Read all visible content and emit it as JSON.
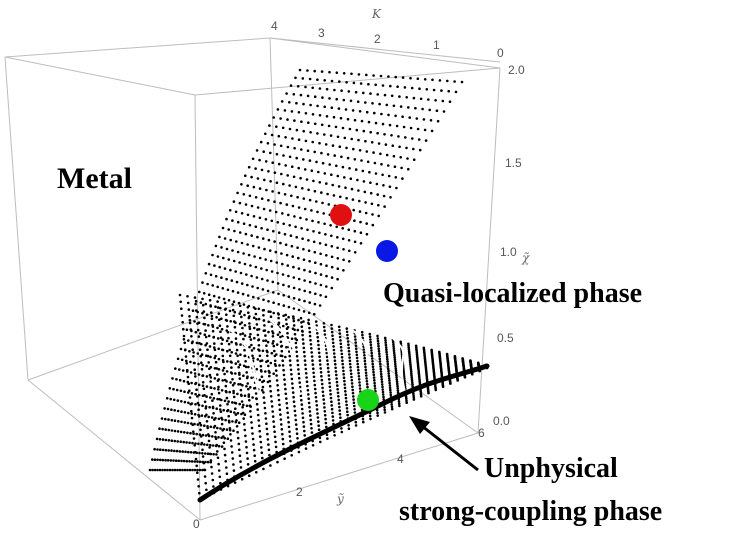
{
  "axes": {
    "k_label": "K",
    "k_ticks": [
      "4",
      "3",
      "2",
      "1",
      "0"
    ],
    "chi_label": "χ̃",
    "chi_ticks": [
      "2.0",
      "1.5",
      "1.0",
      "0.5",
      "0.0"
    ],
    "y_label": "ỹ",
    "y_ticks": [
      "0",
      "2",
      "4",
      "6"
    ]
  },
  "phases": {
    "metal": "Metal",
    "quasi": "Quasi-localized phase",
    "unphysical_line1": "Unphysical",
    "unphysical_line2": "strong-coupling phase"
  },
  "markers": [
    {
      "name": "red-point-marker",
      "color": "#e01010"
    },
    {
      "name": "blue-point-marker",
      "color": "#0a18e6"
    },
    {
      "name": "green-point-marker",
      "color": "#18d418"
    }
  ],
  "colors": {
    "surface_points": "#000000",
    "box_lines": "#b8b8b8",
    "white_contours": "#ffffff"
  }
}
